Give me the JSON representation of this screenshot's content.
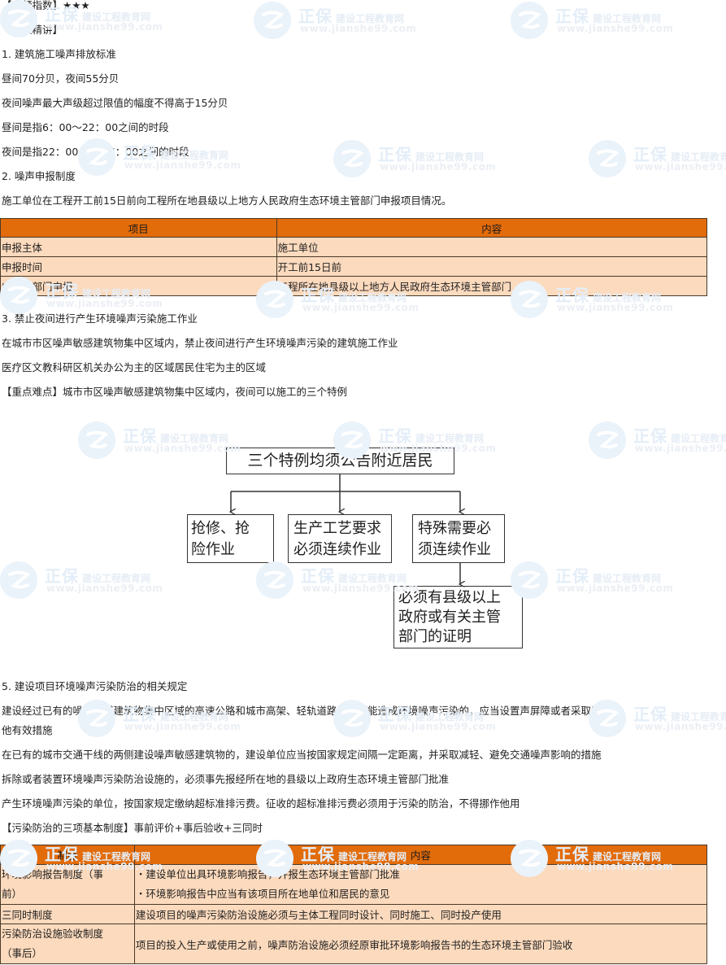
{
  "watermark": {
    "brand": "正保",
    "subtitle": "建设工程教育网",
    "url": "www.jianshe99.com"
  },
  "header": {
    "frequency_label": "【考频指数】★★★",
    "section_label": "【考点精讲】"
  },
  "section1": {
    "title": "1. 建筑施工噪声排放标准",
    "lines": [
      "昼间70分贝，夜间55分贝",
      "夜间噪声最大声级超过限值的幅度不得高于15分贝",
      "昼间是指6：00～22：00之间的时段",
      "夜间是指22：00～次日6：00之间的时段"
    ]
  },
  "section2": {
    "title": "2. 噪声申报制度",
    "intro": "施工单位在工程开工前15日前向工程所在地县级以上地方人民政府生态环境主管部门申报项目情况。",
    "table": {
      "headers": [
        "项目",
        "内容"
      ],
      "rows": [
        [
          "申报主体",
          "施工单位"
        ],
        [
          "申报时间",
          "开工前15日前"
        ],
        [
          "向什么部门申报",
          "工程所在地县级以上地方人民政府生态环境主管部门"
        ]
      ]
    }
  },
  "section3": {
    "title": "3. 禁止夜间进行产生环境噪声污染施工作业",
    "lines": [
      "在城市市区噪声敏感建筑物集中区域内，禁止夜间进行产生环境噪声污染的建筑施工作业",
      "医疗区文教科研区机关办公为主的区域居民住宅为主的区域"
    ],
    "key_point": "【重点难点】城市市区噪声敏感建筑物集中区域内，夜间可以施工的三个特例"
  },
  "flowchart": {
    "root": "三个特例均须公告附近居民",
    "branches": [
      [
        "抢修、抢",
        "险作业"
      ],
      [
        "生产工艺要求",
        "必须连续作业"
      ],
      [
        "特殊需要必",
        "须连续作业"
      ]
    ],
    "sub": [
      "必须有县级以上",
      "政府或有关主管",
      "部门的证明"
    ]
  },
  "section5": {
    "title": "5. 建设项目环境噪声污染防治的相关规定",
    "lines": [
      "建设经过已有的噪声敏感建筑物集中区域的高速公路和城市高架、轻轨道路，有可能造成环境噪声污染的，应当设置声屏障或者采取其",
      "他有效措施",
      "在已有的城市交通干线的两侧建设噪声敏感建筑物的，建设单位应当按国家规定间隔一定距离，并采取减轻、避免交通噪声影响的措施",
      "拆除或者装置环境噪声污染防治设施的，必须事先报经所在地的县级以上政府生态环境主管部门批准",
      "产生环境噪声污染的单位，按国家规定缴纳超标准排污费。征收的超标准排污费必须用于污染的防治，不得挪作他用"
    ],
    "key_point": "【污染防治的三项基本制度】事前评价+事后验收+三同时",
    "table": {
      "headers": [
        "制度",
        "内容"
      ],
      "rows": [
        {
          "name": [
            "环境影响报告制度（事",
            "前）"
          ],
          "content": [
            "・建设单位出具环境影响报告，并报生态环境主管部门批准",
            "・环境影响报告中应当有该项目所在地单位和居民的意见"
          ]
        },
        {
          "name": [
            "三同时制度"
          ],
          "content": [
            "建设项目的噪声污染防治设施必须与主体工程同时设计、同时施工、同时投产使用"
          ]
        },
        {
          "name": [
            "污染防治设施验收制度",
            "（事后）"
          ],
          "content": [
            "项目的投入生产或使用之前，噪声防治设施必须经原审批环境影响报告书的生态环境主管部门验收"
          ]
        }
      ]
    }
  }
}
